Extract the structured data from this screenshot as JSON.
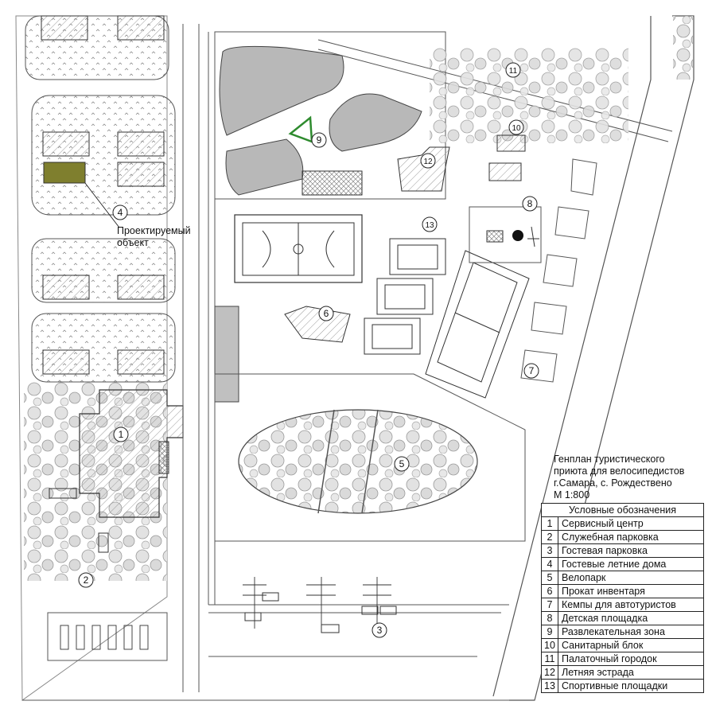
{
  "title_lines": [
    "Генплан туристического",
    "приюта для велосипедистов",
    "г.Самара, с. Рождествено",
    "М 1:800"
  ],
  "designed_object_label": [
    "Проектируемый",
    "объект"
  ],
  "legend": {
    "header": "Условные обозначения",
    "items": [
      {
        "num": "1",
        "label": "Сервисный центр"
      },
      {
        "num": "2",
        "label": "Служебная парковка"
      },
      {
        "num": "3",
        "label": "Гостевая парковка"
      },
      {
        "num": "4",
        "label": "Гостевые летние дома"
      },
      {
        "num": "5",
        "label": "Велопарк"
      },
      {
        "num": "6",
        "label": "Прокат инвентаря"
      },
      {
        "num": "7",
        "label": "Кемпы для автотуристов"
      },
      {
        "num": "8",
        "label": "Детская площадка"
      },
      {
        "num": "9",
        "label": "Развлекательная зона"
      },
      {
        "num": "10",
        "label": "Санитарный блок"
      },
      {
        "num": "11",
        "label": "Палаточный городок"
      },
      {
        "num": "12",
        "label": "Летняя эстрада"
      },
      {
        "num": "13",
        "label": "Спортивные площадки"
      }
    ]
  },
  "markers": [
    "1",
    "2",
    "3",
    "4",
    "5",
    "6",
    "7",
    "8",
    "9",
    "10",
    "11",
    "12",
    "13"
  ],
  "colors": {
    "line": "#333333",
    "water": "#b8b8b8",
    "designed_object": "#7f7f2e",
    "stage_green": "#2e8b2e",
    "tree_fill": "#e0e0e0",
    "hatch": "#9a9a9a"
  }
}
